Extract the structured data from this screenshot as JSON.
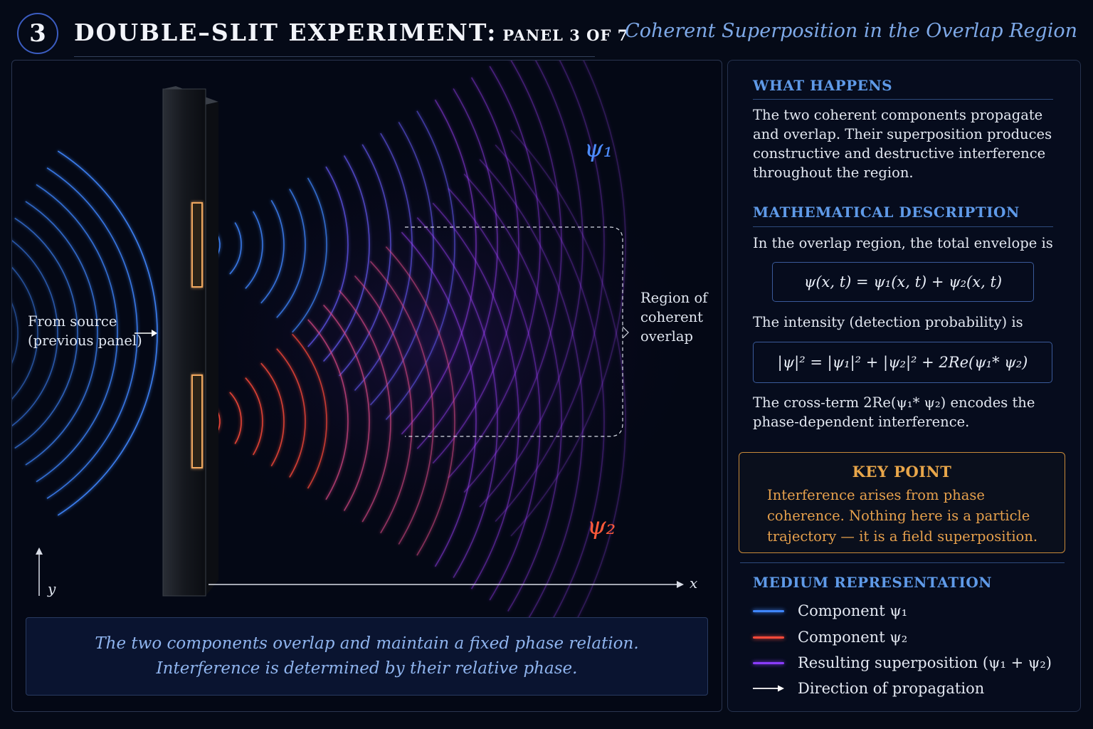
{
  "header": {
    "panel_number": "3",
    "title": "DOUBLE–SLIT EXPERIMENT:",
    "title_suffix": "PANEL 3 OF 7",
    "subtitle": "Coherent Superposition in the Overlap Region"
  },
  "diagram": {
    "source_label_line1": "From source",
    "source_label_line2": "(previous panel)",
    "overlap_label_line1": "Region of",
    "overlap_label_line2": "coherent",
    "overlap_label_line3": "overlap",
    "psi1_label": "ψ₁",
    "psi2_label": "ψ₂",
    "x_axis_label": "x",
    "y_axis_label": "y",
    "colors": {
      "psi1": "#3f86ff",
      "psi2": "#ff4a3a",
      "superposition": "#a040ff",
      "text": "#e0e6f0"
    }
  },
  "caption": {
    "line1": "The two components overlap and maintain a fixed phase relation.",
    "line2": "Interference is determined by their relative phase."
  },
  "sidebar": {
    "what_happens": {
      "heading": "WHAT HAPPENS",
      "text": "The two coherent components propagate and overlap. Their superposition produces constructive and destructive interference throughout the region."
    },
    "math": {
      "heading": "MATHEMATICAL DESCRIPTION",
      "intro": "In the overlap region, the total envelope is",
      "equation1": "ψ(x, t) = ψ₁(x, t) + ψ₂(x, t)",
      "intensity_intro": "The intensity (detection probability) is",
      "equation2": "|ψ|² = |ψ₁|² + |ψ₂|² + 2Re(ψ₁* ψ₂)",
      "cross_term": "The cross-term 2Re(ψ₁* ψ₂) encodes the phase-dependent interference."
    },
    "key_point": {
      "heading": "KEY POINT",
      "text": "Interference arises from phase coherence. Nothing here is a particle trajectory — it is a field superposition."
    },
    "legend": {
      "heading": "MEDIUM REPRESENTATION",
      "items": [
        {
          "label": "Component ψ₁",
          "color": "#3f86ff"
        },
        {
          "label": "Component ψ₂",
          "color": "#ff4a3a"
        },
        {
          "label": "Resulting superposition (ψ₁ + ψ₂)",
          "color": "#8a3cff"
        },
        {
          "label": "Direction of propagation",
          "color": "#ffffff"
        }
      ]
    }
  }
}
